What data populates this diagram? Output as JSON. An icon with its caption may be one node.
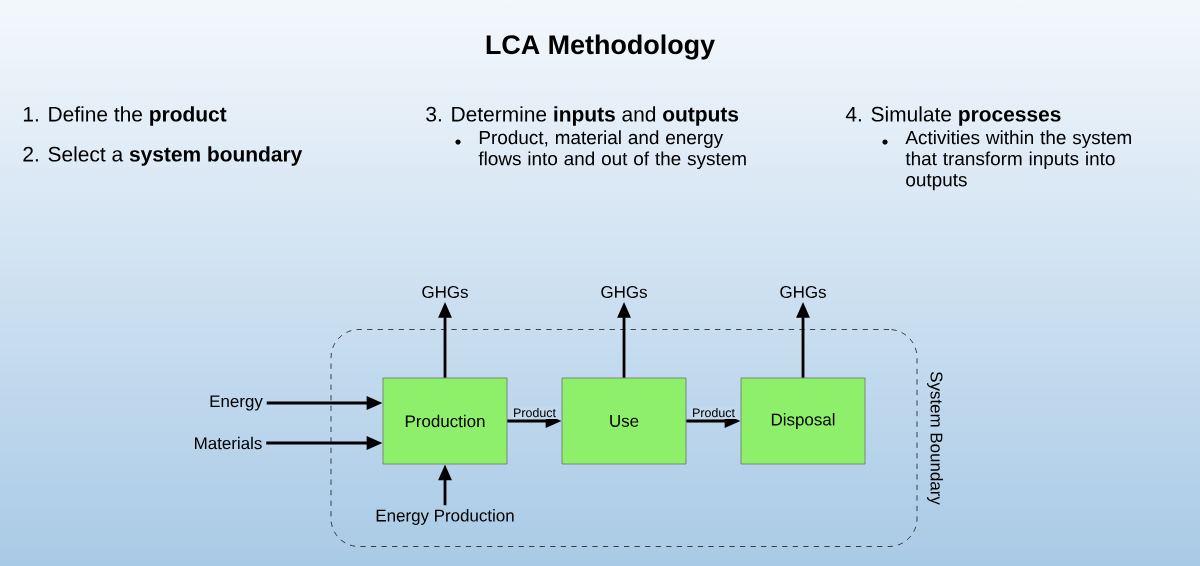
{
  "diagram": {
    "title": "LCA Methodology",
    "nodes": [
      {
        "text": [
          "System Boundary"
        ]
      },
      {
        "text": [
          "Production"
        ],
        "in": 0
      },
      {
        "text": [
          "Use"
        ],
        "in": 0
      },
      {
        "text": [
          "Disposal"
        ],
        "in": 0
      },
      {
        "text": [
          "Energy"
        ]
      },
      {
        "text": [
          "Materials"
        ]
      },
      {
        "text": [
          "Energy Production"
        ],
        "in": 0
      },
      {
        "text": [
          "GHGs"
        ]
      },
      {
        "text": [
          "GHGs"
        ]
      },
      {
        "text": [
          "GHGs"
        ]
      }
    ],
    "edges": [
      {
        "from": 4,
        "to": 1,
        "arrow": "to"
      },
      {
        "from": 5,
        "to": 1,
        "arrow": "to"
      },
      {
        "from": 6,
        "to": 1,
        "arrow": "to"
      },
      {
        "from": 1,
        "to": 2,
        "arrow": "to",
        "label": "Product"
      },
      {
        "from": 2,
        "to": 3,
        "arrow": "to",
        "label": "Product"
      },
      {
        "from": 1,
        "to": 7,
        "arrow": "to"
      },
      {
        "from": 2,
        "to": 8,
        "arrow": "to"
      },
      {
        "from": 3,
        "to": 9,
        "arrow": "to"
      }
    ],
    "labels": [
      "1. Define the **product**",
      "2. Select a **system boundary**",
      "3. Determine **inputs** and **outputs**",
      "Product, material and energy flows into and out of the system",
      "4. Simulate **processes**",
      "Activities within the system that transform inputs into outputs"
    ]
  }
}
